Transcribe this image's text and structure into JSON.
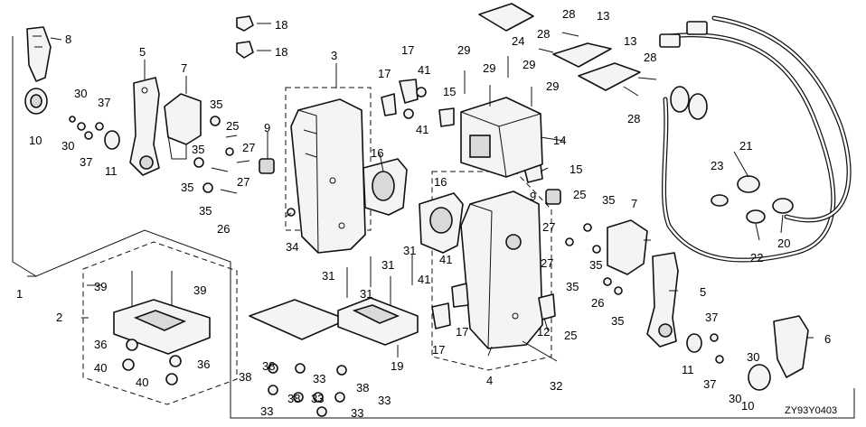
{
  "callouts": [
    {
      "id": "c1",
      "text": "1"
    },
    {
      "id": "c2",
      "text": "2"
    },
    {
      "id": "c3",
      "text": "3"
    },
    {
      "id": "c4",
      "text": "4"
    },
    {
      "id": "c5a",
      "text": "5"
    },
    {
      "id": "c5b",
      "text": "5"
    },
    {
      "id": "c6",
      "text": "6"
    },
    {
      "id": "c7a",
      "text": "7"
    },
    {
      "id": "c7b",
      "text": "7"
    },
    {
      "id": "c8",
      "text": "8"
    },
    {
      "id": "c9a",
      "text": "9"
    },
    {
      "id": "c9b",
      "text": "9"
    },
    {
      "id": "c10a",
      "text": "10"
    },
    {
      "id": "c10b",
      "text": "10"
    },
    {
      "id": "c11a",
      "text": "11"
    },
    {
      "id": "c11b",
      "text": "11"
    },
    {
      "id": "c12",
      "text": "12"
    },
    {
      "id": "c13a",
      "text": "13"
    },
    {
      "id": "c13b",
      "text": "13"
    },
    {
      "id": "c14",
      "text": "14"
    },
    {
      "id": "c15a",
      "text": "15"
    },
    {
      "id": "c15b",
      "text": "15"
    },
    {
      "id": "c16a",
      "text": "16"
    },
    {
      "id": "c16b",
      "text": "16"
    },
    {
      "id": "c17a",
      "text": "17"
    },
    {
      "id": "c17b",
      "text": "17"
    },
    {
      "id": "c17c",
      "text": "17"
    },
    {
      "id": "c17d",
      "text": "17"
    },
    {
      "id": "c18a",
      "text": "18"
    },
    {
      "id": "c18b",
      "text": "18"
    },
    {
      "id": "c19",
      "text": "19"
    },
    {
      "id": "c20",
      "text": "20"
    },
    {
      "id": "c21",
      "text": "21"
    },
    {
      "id": "c22",
      "text": "22"
    },
    {
      "id": "c23",
      "text": "23"
    },
    {
      "id": "c24",
      "text": "24"
    },
    {
      "id": "c25a",
      "text": "25"
    },
    {
      "id": "c25b",
      "text": "25"
    },
    {
      "id": "c25c",
      "text": "25"
    },
    {
      "id": "c26a",
      "text": "26"
    },
    {
      "id": "c26b",
      "text": "26"
    },
    {
      "id": "c27a",
      "text": "27"
    },
    {
      "id": "c27b",
      "text": "27"
    },
    {
      "id": "c27c",
      "text": "27"
    },
    {
      "id": "c27d",
      "text": "27"
    },
    {
      "id": "c28a",
      "text": "28"
    },
    {
      "id": "c28b",
      "text": "28"
    },
    {
      "id": "c28c",
      "text": "28"
    },
    {
      "id": "c28d",
      "text": "28"
    },
    {
      "id": "c29a",
      "text": "29"
    },
    {
      "id": "c29b",
      "text": "29"
    },
    {
      "id": "c29c",
      "text": "29"
    },
    {
      "id": "c29d",
      "text": "29"
    },
    {
      "id": "c30a",
      "text": "30"
    },
    {
      "id": "c30b",
      "text": "30"
    },
    {
      "id": "c30c",
      "text": "30"
    },
    {
      "id": "c30d",
      "text": "30"
    },
    {
      "id": "c31a",
      "text": "31"
    },
    {
      "id": "c31b",
      "text": "31"
    },
    {
      "id": "c31c",
      "text": "31"
    },
    {
      "id": "c31d",
      "text": "31"
    },
    {
      "id": "c32",
      "text": "32"
    },
    {
      "id": "c33a",
      "text": "33"
    },
    {
      "id": "c33b",
      "text": "33"
    },
    {
      "id": "c33c",
      "text": "33"
    },
    {
      "id": "c33d",
      "text": "33"
    },
    {
      "id": "c33e",
      "text": "33"
    },
    {
      "id": "c34",
      "text": "34"
    },
    {
      "id": "c35a",
      "text": "35"
    },
    {
      "id": "c35b",
      "text": "35"
    },
    {
      "id": "c35c",
      "text": "35"
    },
    {
      "id": "c35d",
      "text": "35"
    },
    {
      "id": "c35e",
      "text": "35"
    },
    {
      "id": "c35f",
      "text": "35"
    },
    {
      "id": "c35g",
      "text": "35"
    },
    {
      "id": "c35h",
      "text": "35"
    },
    {
      "id": "c36a",
      "text": "36"
    },
    {
      "id": "c36b",
      "text": "36"
    },
    {
      "id": "c37a",
      "text": "37"
    },
    {
      "id": "c37b",
      "text": "37"
    },
    {
      "id": "c37c",
      "text": "37"
    },
    {
      "id": "c37d",
      "text": "37"
    },
    {
      "id": "c38a",
      "text": "38"
    },
    {
      "id": "c38b",
      "text": "38"
    },
    {
      "id": "c38c",
      "text": "38"
    },
    {
      "id": "c38d",
      "text": "38"
    },
    {
      "id": "c39a",
      "text": "39"
    },
    {
      "id": "c39b",
      "text": "39"
    },
    {
      "id": "c40a",
      "text": "40"
    },
    {
      "id": "c40b",
      "text": "40"
    },
    {
      "id": "c41a",
      "text": "41"
    },
    {
      "id": "c41b",
      "text": "41"
    },
    {
      "id": "c41c",
      "text": "41"
    },
    {
      "id": "c41d",
      "text": "41"
    }
  ],
  "diagram_code": "ZY93Y0403"
}
